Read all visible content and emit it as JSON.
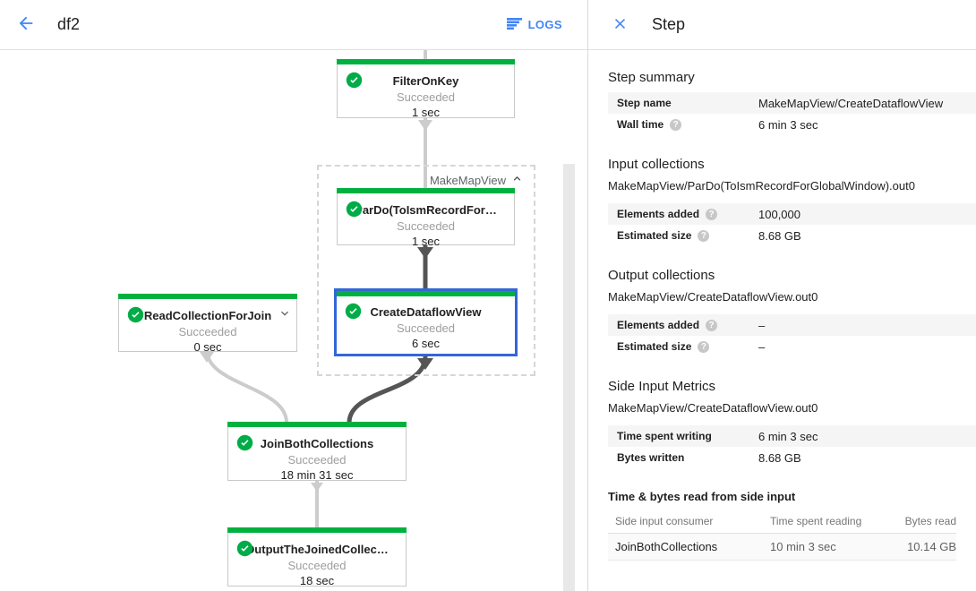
{
  "colors": {
    "accent_blue": "#4285f4",
    "selected_node_blue": "#3367d6",
    "success_green": "#00b140",
    "edge_light": "#cccccc",
    "edge_dark": "#555555"
  },
  "header": {
    "title": "df2",
    "logs_label": "LOGS"
  },
  "panel": {
    "title": "Step",
    "step_summary": {
      "heading": "Step summary",
      "rows": [
        {
          "label": "Step name",
          "value": "MakeMapView/CreateDataflowView"
        },
        {
          "label": "Wall time",
          "value": "6 min 3 sec"
        }
      ]
    },
    "input_collections": {
      "heading": "Input collections",
      "collection": "MakeMapView/ParDo(ToIsmRecordForGlobalWindow).out0",
      "rows": [
        {
          "label": "Elements added",
          "value": "100,000"
        },
        {
          "label": "Estimated size",
          "value": "8.68 GB"
        }
      ]
    },
    "output_collections": {
      "heading": "Output collections",
      "collection": "MakeMapView/CreateDataflowView.out0",
      "rows": [
        {
          "label": "Elements added",
          "value": "–"
        },
        {
          "label": "Estimated size",
          "value": "–"
        }
      ]
    },
    "side_input_metrics": {
      "heading": "Side Input Metrics",
      "collection": "MakeMapView/CreateDataflowView.out0",
      "rows": [
        {
          "label": "Time spent writing",
          "value": "6 min 3 sec"
        },
        {
          "label": "Bytes written",
          "value": "8.68 GB"
        }
      ]
    },
    "side_input_table": {
      "heading": "Time & bytes read from side input",
      "columns": [
        "Side input consumer",
        "Time spent reading",
        "Bytes read"
      ],
      "rows": [
        [
          "JoinBothCollections",
          "10 min 3 sec",
          "10.14 GB"
        ]
      ]
    }
  },
  "graph": {
    "group_label": "MakeMapView",
    "nodes": [
      {
        "name": "FilterOnKey",
        "status": "Succeeded",
        "time": "1 sec"
      },
      {
        "name": "ParDo(ToIsmRecordFor…",
        "status": "Succeeded",
        "time": "1 sec"
      },
      {
        "name": "CreateDataflowView",
        "status": "Succeeded",
        "time": "6 sec"
      },
      {
        "name": "ReadCollectionForJoin",
        "status": "Succeeded",
        "time": "0 sec"
      },
      {
        "name": "JoinBothCollections",
        "status": "Succeeded",
        "time": "18 min 31 sec"
      },
      {
        "name": "OutputTheJoinedCollec…",
        "status": "Succeeded",
        "time": "18 sec"
      }
    ]
  },
  "icons": {
    "help_glyph": "?"
  }
}
